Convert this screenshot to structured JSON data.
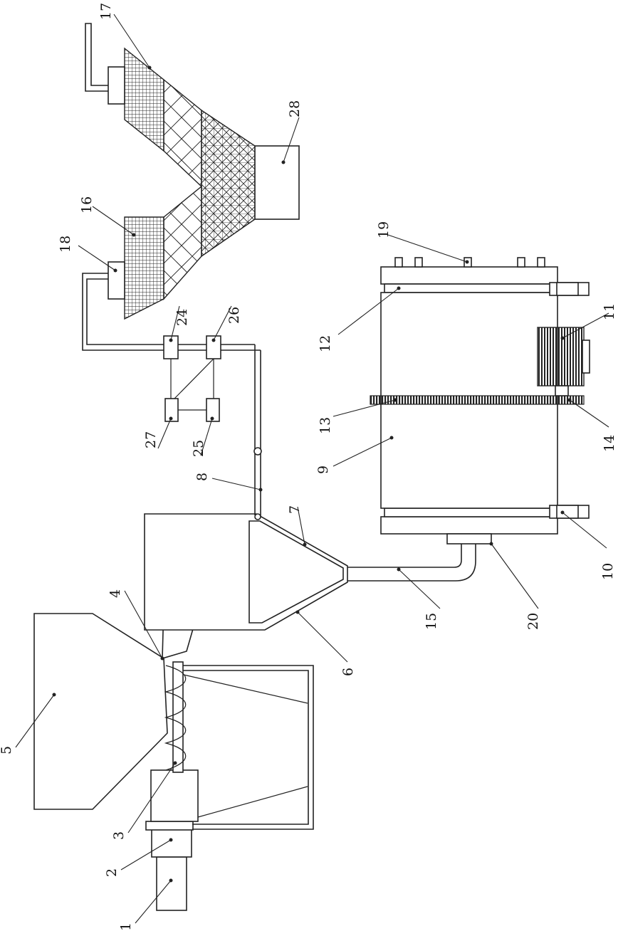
{
  "labels": {
    "n1": "1",
    "n2": "2",
    "n3": "3",
    "n4": "4",
    "n5": "5",
    "n6": "6",
    "n7": "7",
    "n8": "8",
    "n9": "9",
    "n10": "10",
    "n11": "11",
    "n12": "12",
    "n13": "13",
    "n14": "14",
    "n15": "15",
    "n16": "16",
    "n17": "17",
    "n18": "18",
    "n19": "19",
    "n20": "20",
    "n24": "24",
    "n25": "25",
    "n26": "26",
    "n27": "27",
    "n28": "28"
  },
  "colors": {
    "line": "#222222",
    "background": "#ffffff"
  }
}
